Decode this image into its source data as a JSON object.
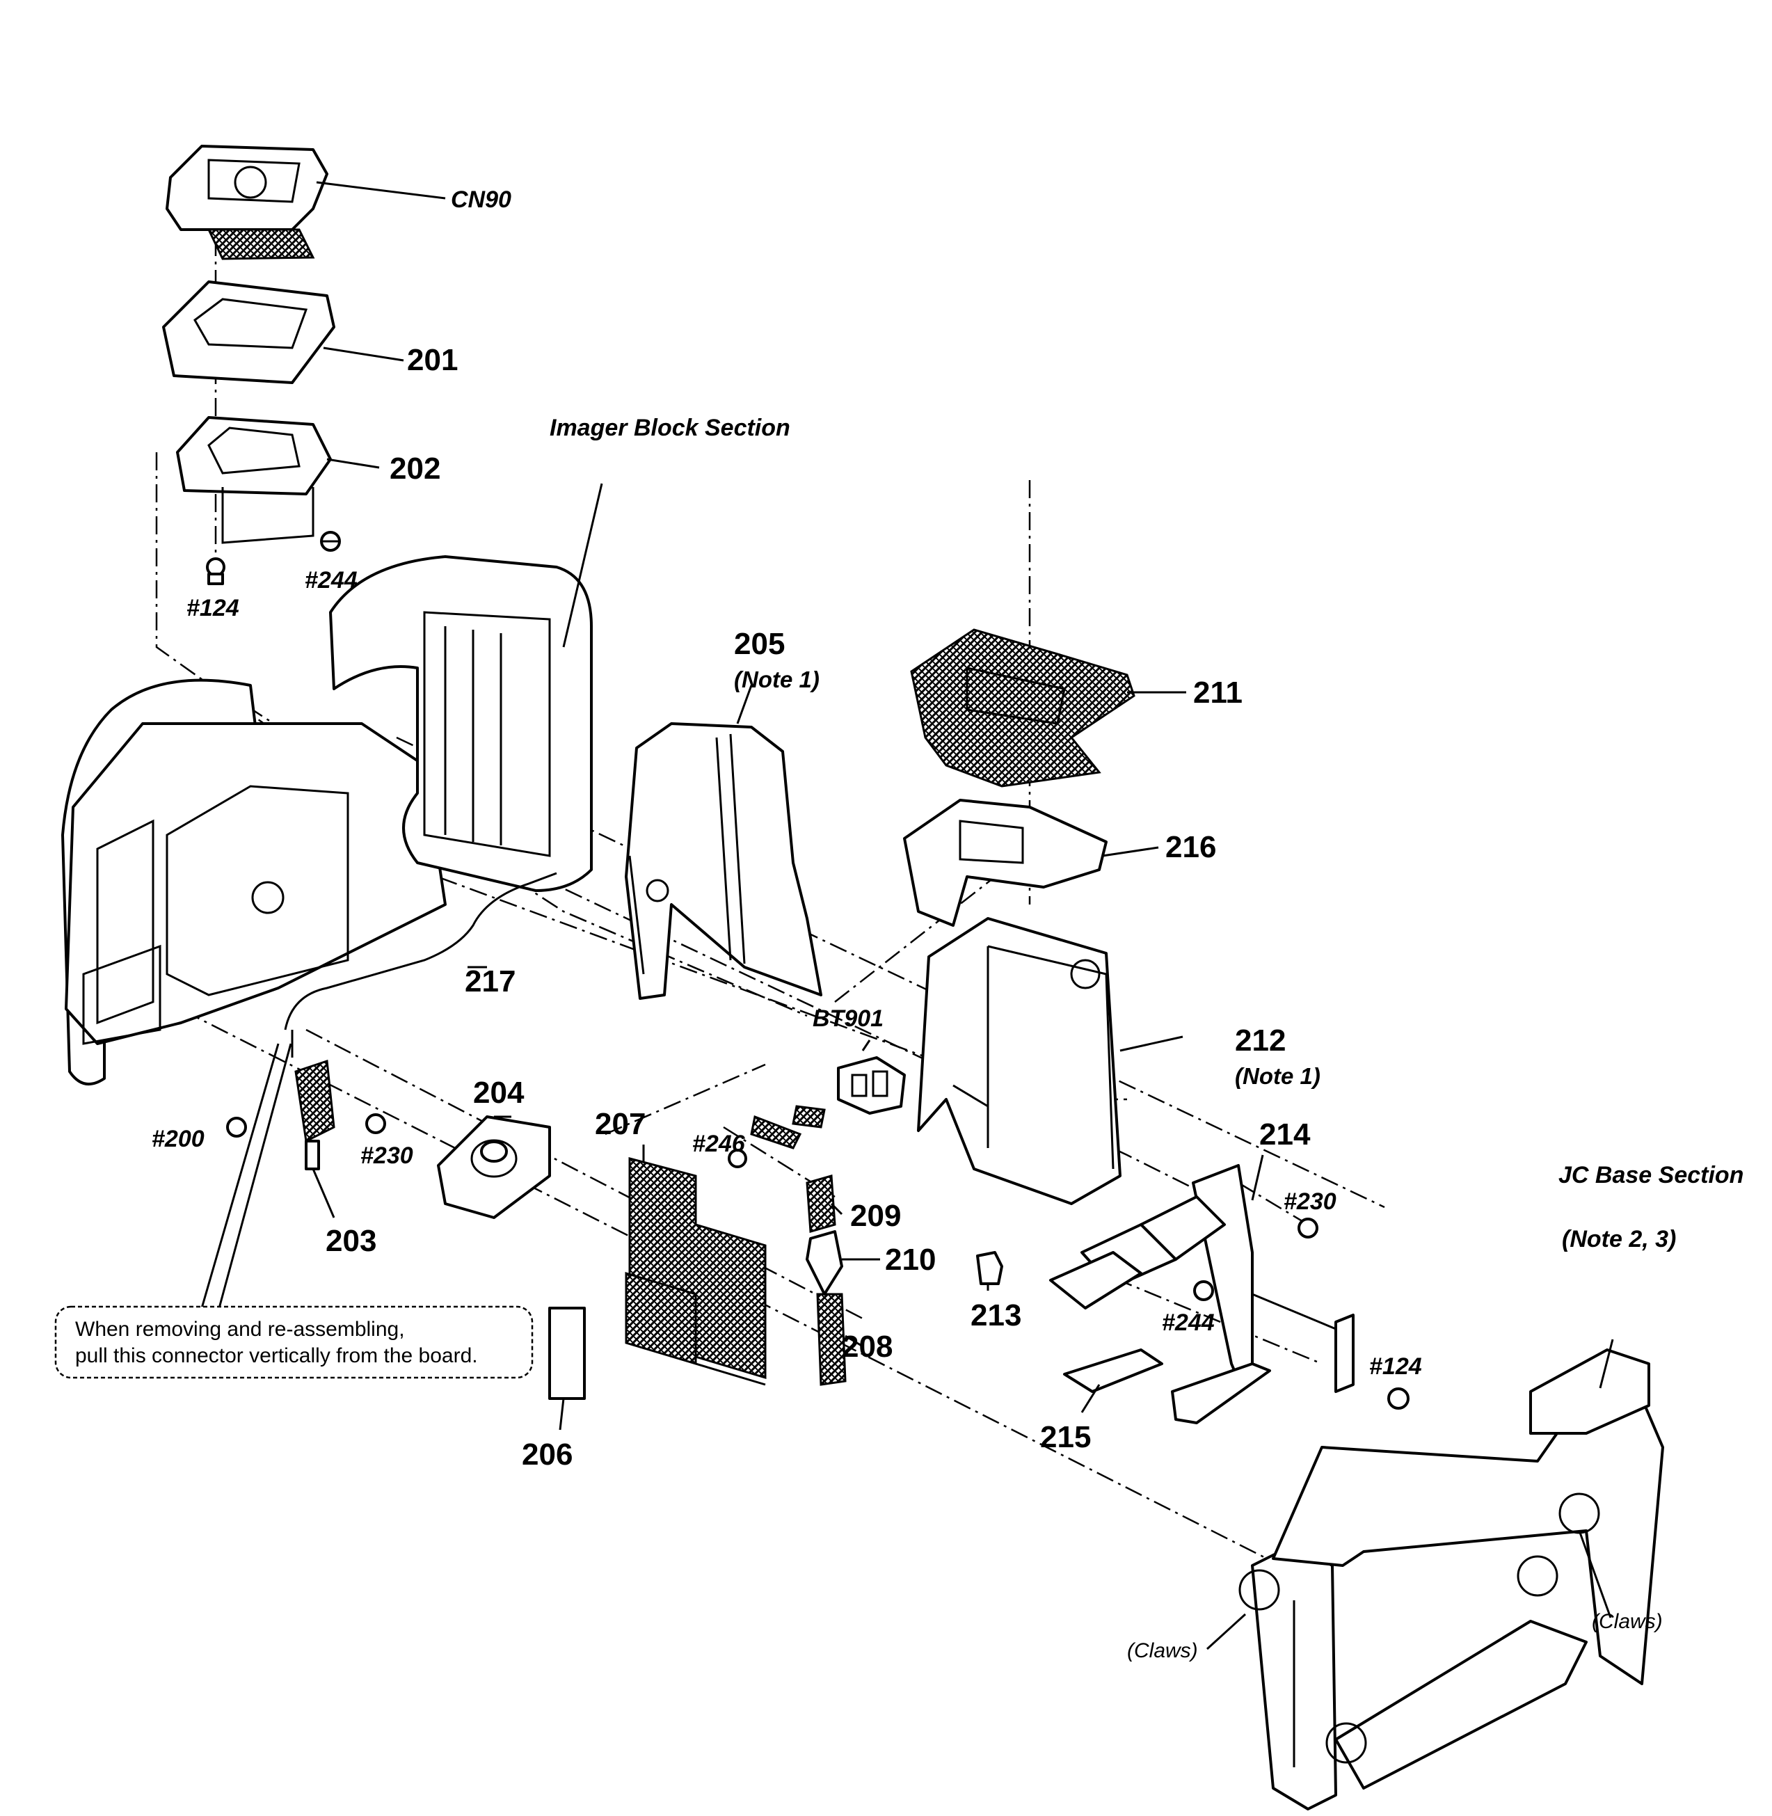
{
  "labels": {
    "cn90": "CN90",
    "imager_section": "Imager Block Section",
    "jc_base_section": "JC Base Section",
    "jc_base_note": "(Note 2, 3)",
    "p201": "201",
    "p202": "202",
    "p203": "203",
    "p204": "204",
    "p205": "205",
    "p205_note": "(Note 1)",
    "p206": "206",
    "p207": "207",
    "p208": "208",
    "p209": "209",
    "p210": "210",
    "p211": "211",
    "p212": "212",
    "p212_note": "(Note 1)",
    "p213": "213",
    "p214": "214",
    "p215": "215",
    "p216": "216",
    "p217": "217",
    "bt901": "BT901",
    "s124_top": "#124",
    "s244_top": "#244",
    "s200": "#200",
    "s230_left": "#230",
    "s246": "#246",
    "s230_right": "#230",
    "s244_bottom": "#244",
    "s124_bottom": "#124",
    "claws_left": "(Claws)",
    "claws_right": "(Claws)"
  },
  "note_box": {
    "line1": "When removing and re-assembling,",
    "line2": "pull this connector vertically from the board."
  }
}
